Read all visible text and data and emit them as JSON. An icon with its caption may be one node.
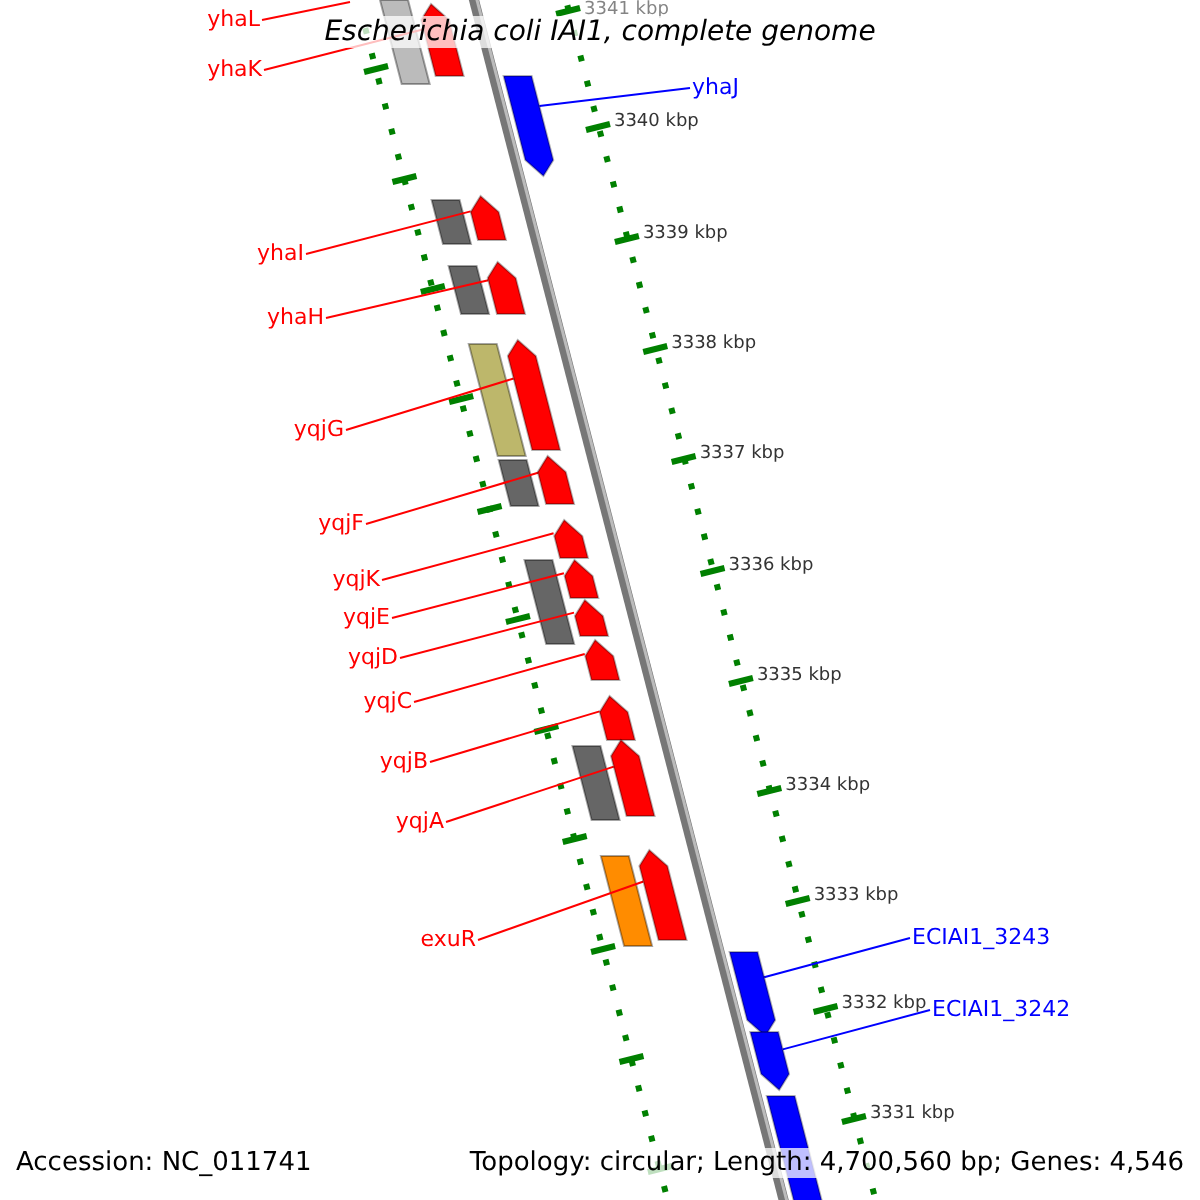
{
  "diagram": {
    "title": "Escherichia coli IAI1, complete genome",
    "nodes": [
      {
        "text": [
          "yhaL"
        ]
      },
      {
        "text": [
          "yhaK"
        ]
      },
      {
        "text": [],
        "shape": "arrow"
      },
      {
        "text": [
          "yhaJ"
        ]
      },
      {
        "text": [],
        "shape": "arrow"
      },
      {
        "text": [
          "yhaI"
        ]
      },
      {
        "text": [],
        "shape": "arrow"
      },
      {
        "text": [
          "yhaH"
        ]
      },
      {
        "text": [],
        "shape": "arrow"
      },
      {
        "text": [
          "yqjG"
        ]
      },
      {
        "text": [],
        "shape": "arrow"
      },
      {
        "text": [
          "yqjF"
        ]
      },
      {
        "text": [],
        "shape": "arrow"
      },
      {
        "text": [
          "yqjK"
        ]
      },
      {
        "text": [],
        "shape": "arrow"
      },
      {
        "text": [
          "yqjE"
        ]
      },
      {
        "text": [],
        "shape": "arrow"
      },
      {
        "text": [
          "yqjD"
        ]
      },
      {
        "text": [],
        "shape": "arrow"
      },
      {
        "text": [
          "yqjC"
        ]
      },
      {
        "text": [],
        "shape": "arrow"
      },
      {
        "text": [
          "yqjB"
        ]
      },
      {
        "text": [],
        "shape": "arrow"
      },
      {
        "text": [
          "yqjA"
        ]
      },
      {
        "text": [],
        "shape": "arrow"
      },
      {
        "text": [
          "exuR"
        ]
      },
      {
        "text": [],
        "shape": "arrow"
      },
      {
        "text": [
          "ECIAI1_3243"
        ]
      },
      {
        "text": [],
        "shape": "arrow"
      },
      {
        "text": [
          "ECIAI1_3242"
        ]
      },
      {
        "text": [],
        "shape": "arrow"
      },
      {
        "text": [],
        "shape": "arrow"
      }
    ],
    "edges": [
      {
        "from": 0,
        "to": null,
        "arrow": "none"
      },
      {
        "from": 1,
        "to": 2,
        "arrow": "none"
      },
      {
        "from": 3,
        "to": 4,
        "arrow": "none",
        "color": "#0000ff"
      },
      {
        "from": 5,
        "to": 6,
        "arrow": "none"
      },
      {
        "from": 7,
        "to": 8,
        "arrow": "none"
      },
      {
        "from": 9,
        "to": 10,
        "arrow": "none"
      },
      {
        "from": 11,
        "to": 12,
        "arrow": "none"
      },
      {
        "from": 13,
        "to": 14,
        "arrow": "none"
      },
      {
        "from": 15,
        "to": 16,
        "arrow": "none"
      },
      {
        "from": 17,
        "to": 18,
        "arrow": "none"
      },
      {
        "from": 19,
        "to": 20,
        "arrow": "none"
      },
      {
        "from": 21,
        "to": 22,
        "arrow": "none"
      },
      {
        "from": 23,
        "to": 24,
        "arrow": "none"
      },
      {
        "from": 25,
        "to": 26,
        "arrow": "none"
      },
      {
        "from": 27,
        "to": 28,
        "arrow": "none",
        "color": "#0000ff"
      },
      {
        "from": 29,
        "to": 30,
        "arrow": "none",
        "color": "#0000ff"
      }
    ],
    "labels": [
      "3341 kbp",
      "3340 kbp",
      "3339 kbp",
      "3338 kbp",
      "3337 kbp",
      "3336 kbp",
      "3335 kbp",
      "3334 kbp",
      "3333 kbp",
      "3332 kbp",
      "3331 kbp",
      "Accession: NC_011741",
      "Topology: circular; Length: 4,700,560 bp; Genes: 4,546"
    ]
  }
}
